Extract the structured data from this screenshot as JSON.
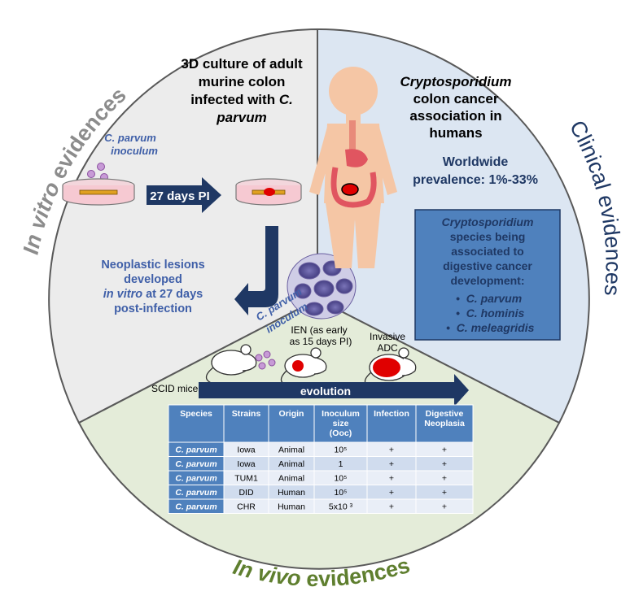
{
  "colors": {
    "in_vitro_bg": "#ececec",
    "clinical_bg": "#dce6f2",
    "in_vivo_bg": "#e4ecd9",
    "outline": "#595959",
    "navy": "#1f3864",
    "blue_text": "#3f5fa8",
    "in_vitro_title": "#8c8c8c",
    "clinical_title": "#1f3864",
    "in_vivo_title": "#5f7f2f",
    "table_header": "#4f81bd",
    "table_row_light": "#e9eef7",
    "table_row_dark": "#d0dcee",
    "lesion_red": "#e00000"
  },
  "sections": {
    "in_vitro": {
      "title_italic": "In vitro",
      "title_rest": " evidences",
      "heading_lines": [
        "3D culture of adult",
        "murine colon",
        "infected with "
      ],
      "heading_italic_1": "C.",
      "heading_italic_2": "parvum",
      "inoculum_label": [
        "C. parvum",
        "inoculum"
      ],
      "arrow_label": "27 days PI",
      "lesion_text": [
        "Neoplastic lesions",
        "developed"
      ],
      "lesion_text_italic": "in vitro",
      "lesion_text_rest": " at 27 days",
      "lesion_text_last": "post-infection"
    },
    "clinical": {
      "title": "Clinical evidences",
      "heading_italic": "Cryptosporidium",
      "heading_lines": [
        "colon cancer",
        "association in",
        "humans"
      ],
      "prevalence": [
        "Worldwide",
        "prevalence: 1%-33%"
      ],
      "box_italic": "Cryptosporidium",
      "box_lines": [
        "species being",
        "associated to",
        "digestive cancer",
        "development:"
      ],
      "species": [
        "C. parvum",
        "C. hominis",
        "C. meleagridis"
      ]
    },
    "in_vivo": {
      "title_italic": "In vivo",
      "title_rest": " evidences",
      "mice_label": "SCID mice",
      "inoculum_label": [
        "C. parvum",
        "inoculum"
      ],
      "ien_label": [
        "IEN (as early",
        "as 15 days PI)"
      ],
      "adc_label": [
        "Invasive",
        "ADC"
      ],
      "evolution_label": "evolution"
    }
  },
  "table": {
    "headers": [
      "Species",
      "Strains",
      "Origin",
      "Inoculum size (Ooc)",
      "Infection",
      "Digestive Neoplasia"
    ],
    "header_lines": [
      [
        "Species"
      ],
      [
        "Strains"
      ],
      [
        "Origin"
      ],
      [
        "Inoculum",
        "size",
        "(Ooc)"
      ],
      [
        "Infection"
      ],
      [
        "Digestive",
        "Neoplasia"
      ]
    ],
    "rows": [
      [
        "C. parvum",
        "Iowa",
        "Animal",
        "10⁵",
        "+",
        "+"
      ],
      [
        "C. parvum",
        "Iowa",
        "Animal",
        "1",
        "+",
        "+"
      ],
      [
        "C. parvum",
        "TUM1",
        "Animal",
        "10⁵",
        "+",
        "+"
      ],
      [
        "C. parvum",
        "DID",
        "Human",
        "10⁵",
        "+",
        "+"
      ],
      [
        "C. parvum",
        "CHR",
        "Human",
        "5x10 ³",
        "+",
        "+"
      ]
    ]
  }
}
